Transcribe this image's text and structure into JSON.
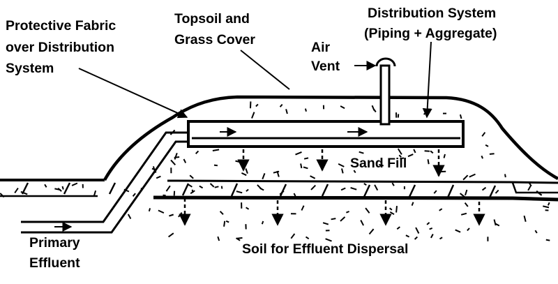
{
  "labels": {
    "protective_fabric": [
      "Protective Fabric",
      "over Distribution",
      "System"
    ],
    "topsoil": [
      "Topsoil and",
      "Grass Cover"
    ],
    "air_vent": [
      "Air",
      "Vent"
    ],
    "distribution_system": [
      "Distribution System",
      "(Piping + Aggregate)"
    ],
    "sand_fill": "Sand Fill",
    "primary_effluent": [
      "Primary",
      "Effluent"
    ],
    "soil_dispersal": "Soil for Effluent Dispersal"
  },
  "colors": {
    "ink": "#000000",
    "background": "#ffffff"
  }
}
